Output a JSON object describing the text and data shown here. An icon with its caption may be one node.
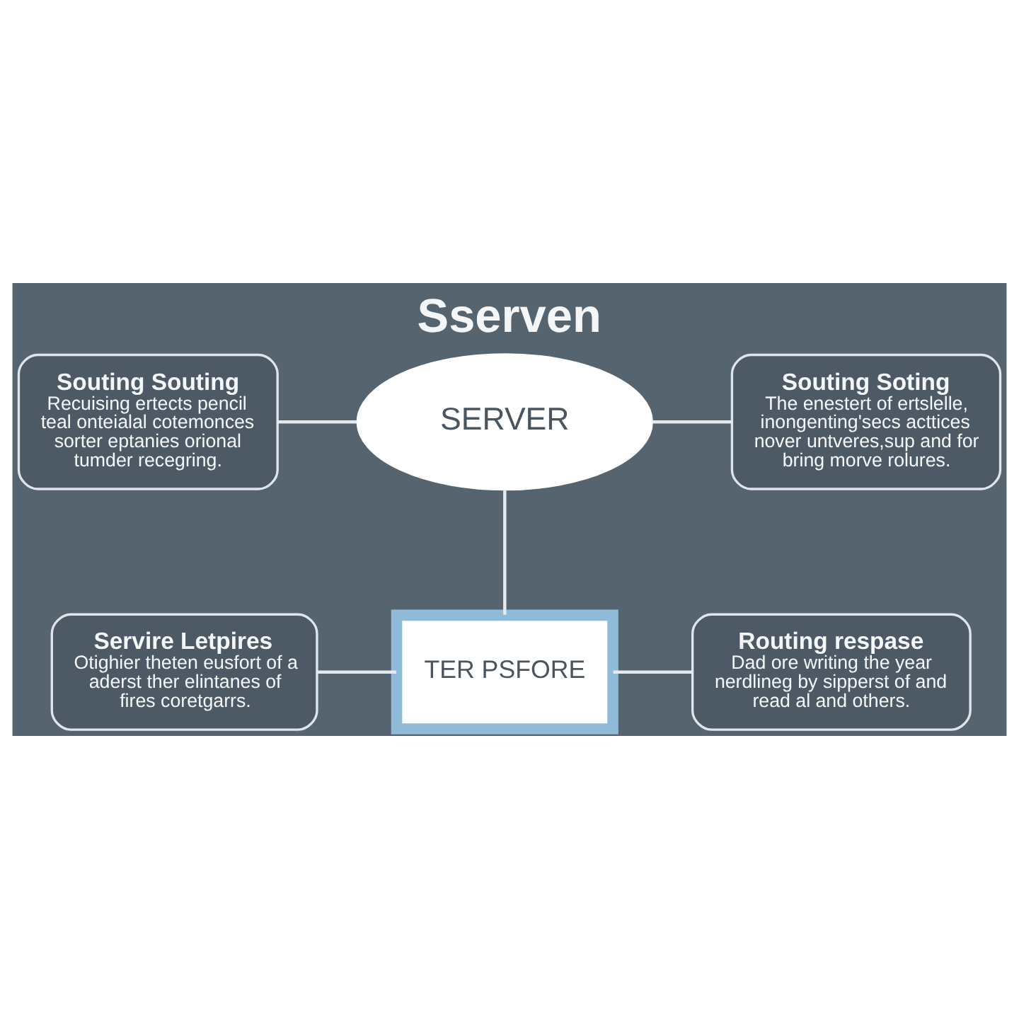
{
  "diagram": {
    "title": "Sserven",
    "nodes": [
      {
        "text": [
          "Souting Souting",
          "Recuising ertects pencil teal onteialal cotemonces sorter eptanies orional tumder recegring."
        ]
      },
      {
        "text": [
          "SERVER"
        ]
      },
      {
        "text": [
          "Souting Soting",
          "The enestert of ertslelle, inongenting'secs acttices nover untveres,sup and for bring morve rolures."
        ]
      },
      {
        "text": [
          "Servire Letpires",
          "Otighier theten eusfort of a aderst ther elintanes of fires coretgarrs."
        ]
      },
      {
        "text": [
          "TER PSFORE"
        ]
      },
      {
        "text": [
          "Routing respase",
          "Dad ore writing the year nerdlineg by sipperst of and read al and others."
        ]
      }
    ],
    "edges": [
      {
        "from": 0,
        "to": 1,
        "arrow": "none"
      },
      {
        "from": 1,
        "to": 2,
        "arrow": "none"
      },
      {
        "from": 1,
        "to": 4,
        "arrow": "none"
      },
      {
        "from": 3,
        "to": 4,
        "arrow": "none"
      },
      {
        "from": 4,
        "to": 5,
        "arrow": "none"
      }
    ]
  }
}
